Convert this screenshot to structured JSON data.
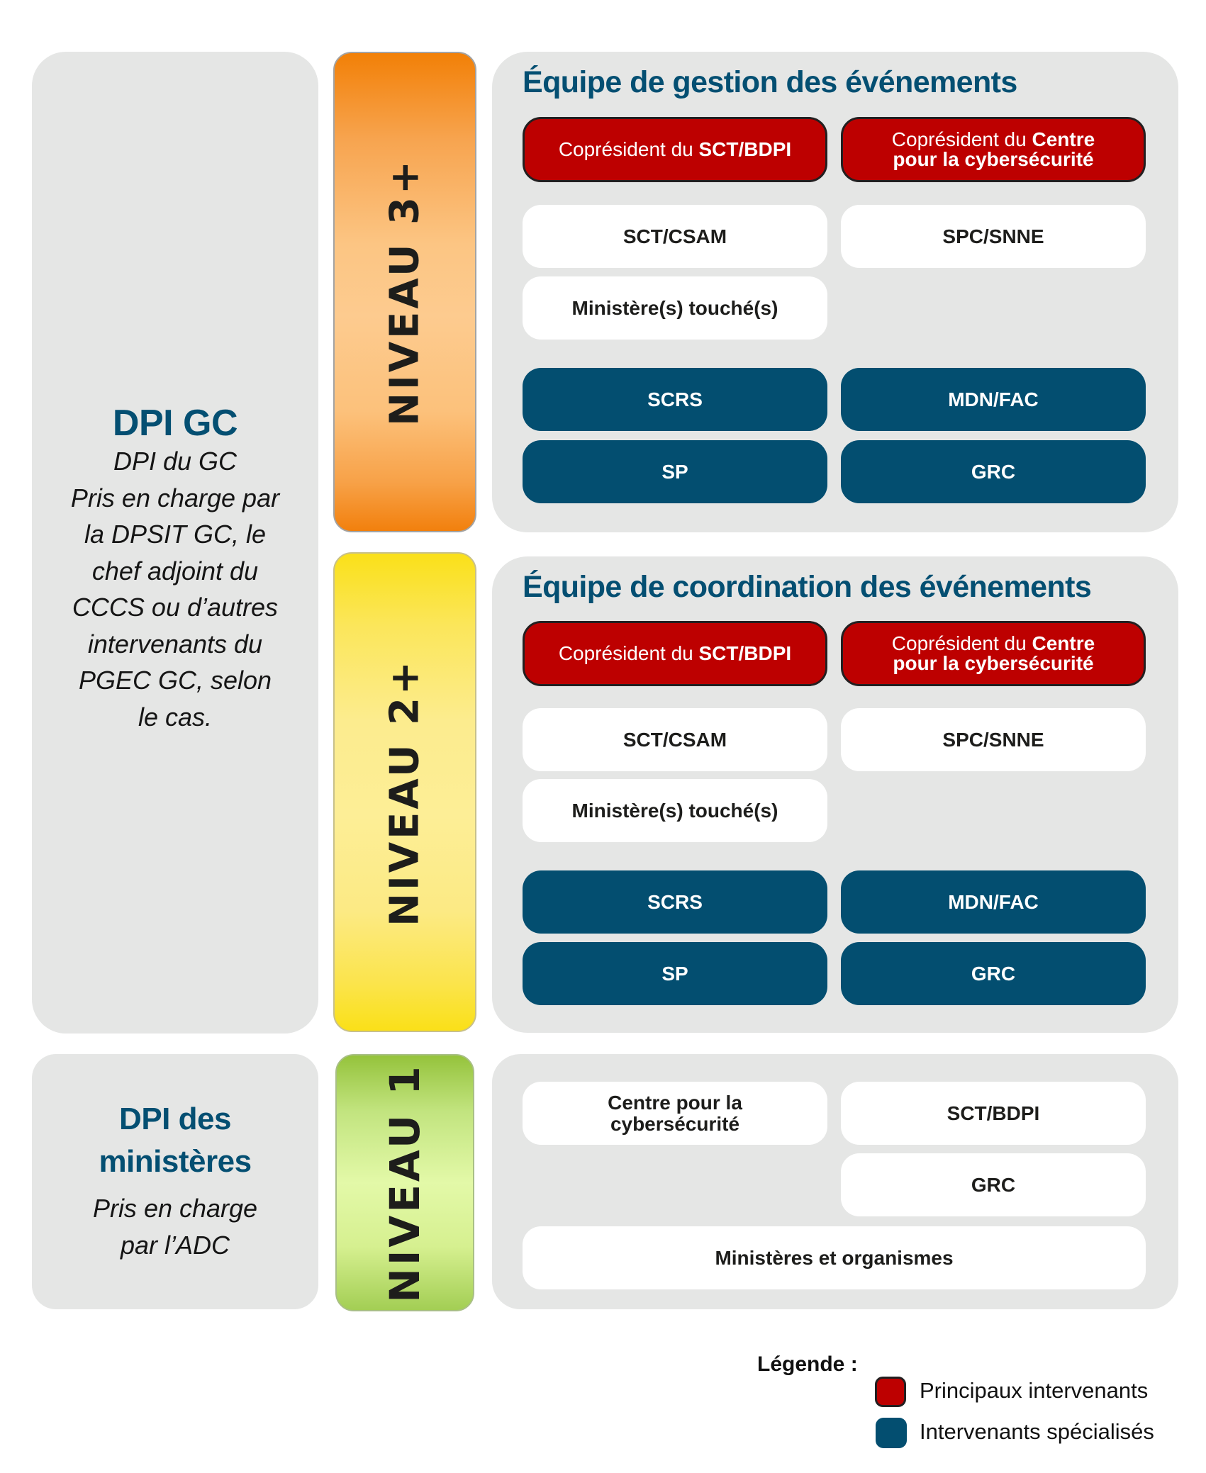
{
  "colors": {
    "title_blue": "#044f72",
    "principal_red": "#bd0000",
    "specialized_blue": "#034e70",
    "panel_gray": "#e5e6e5",
    "level3_orange": "#f28007",
    "level2_yellow": "#fae019",
    "level1_green": "#95c33c"
  },
  "left": {
    "gc": {
      "title": "DPI GC",
      "lines": [
        "DPI du GC",
        "Pris en charge par",
        "la DPSIT GC, le",
        "chef adjoint du",
        "CCCS ou d’autres",
        "intervenants du",
        "PGEC GC, selon",
        "le cas."
      ]
    },
    "ministeres": {
      "title_lines": [
        "DPI des",
        "ministères"
      ],
      "lines": [
        "Pris en charge",
        "par l’ADC"
      ]
    }
  },
  "levels": [
    {
      "label": "NIVEAU 3+"
    },
    {
      "label": "NIVEAU 2+"
    },
    {
      "label": "NIVEAU 1"
    }
  ],
  "teams": [
    {
      "title": "Équipe de gestion des événements",
      "cochairs": [
        {
          "prefix": "Coprésident du ",
          "bold": "SCT/BDPI"
        },
        {
          "prefix": "Coprésident du ",
          "bold": "Centre pour la cybersécurité"
        }
      ],
      "members": [
        "SCT/CSAM",
        "SPC/SNNE",
        "Ministère(s) touché(s)"
      ],
      "specialized": [
        "SCRS",
        "MDN/FAC",
        "SP",
        "GRC"
      ]
    },
    {
      "title": "Équipe de coordination des événements",
      "cochairs": [
        {
          "prefix": "Coprésident du ",
          "bold": "SCT/BDPI"
        },
        {
          "prefix": "Coprésident du ",
          "bold": "Centre pour la cybersécurité"
        }
      ],
      "members": [
        "SCT/CSAM",
        "SPC/SNNE",
        "Ministère(s) touché(s)"
      ],
      "specialized": [
        "SCRS",
        "MDN/FAC",
        "SP",
        "GRC"
      ]
    }
  ],
  "level1_members": {
    "left": "Centre pour la cybersécurité",
    "right": [
      "SCT/BDPI",
      "GRC"
    ],
    "wide": "Ministères et organismes"
  },
  "legend": {
    "title": "Légende :",
    "items": [
      {
        "label": "Principaux intervenants",
        "color": "#bd0000"
      },
      {
        "label": "Intervenants spécialisés",
        "color": "#034e70"
      }
    ]
  }
}
